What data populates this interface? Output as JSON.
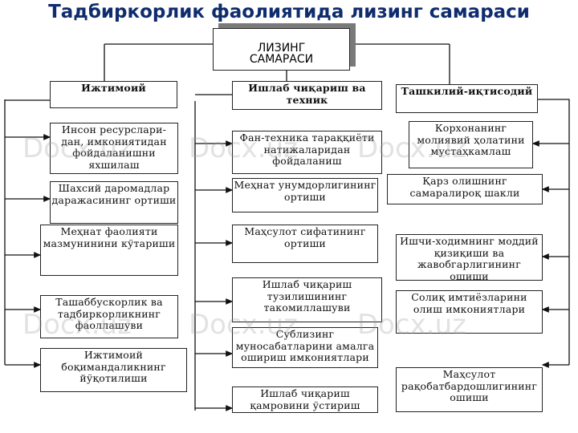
{
  "title": "Тадбиркорлик фаолиятида лизинг самараси",
  "center": {
    "line1": "ЛИЗИНГ",
    "line2": "САМАРАСИ"
  },
  "watermark": "Docx.uz",
  "columns": [
    {
      "header": "Ижтимоий",
      "items": [
        "Инсон ресурслари-дан, имкониятидан фойдаланишни яхшилаш",
        "Шахсий даромадлар даражасининг ортиши",
        "Меҳнат фаолияти мазмунинини кўтариши",
        "Ташаббускорлик ва тадбиркорликнинг фаоллашуви",
        "Ижтимоий боқимандаликнинг йўқотилиши"
      ]
    },
    {
      "header": "Ишлаб чиқариш ва техник",
      "items": [
        "Фан-техника тараққиёти натижаларидан фойдаланиш",
        "Меҳнат унумдорлигининг ортиши",
        "Маҳсулот сифатининг ортиши",
        "Ишлаб чиқариш тузилишининг такомиллашуви",
        "Сублизинг муносабатларини амалга ошириш имкониятлари",
        "Ишлаб чиқариш қамровини ўстириш"
      ]
    },
    {
      "header": "Ташкилий-иқтисодий",
      "items": [
        "Корхонанинг молиявий ҳолатини мустаҳкамлаш",
        "Қарз олишнинг самаралироқ шакли",
        "Ишчи-ходимнинг моддий қизиқиши ва жавобгарлигининг ошиши",
        "Солиқ имтиёзларини олиш имкониятлари",
        "Маҳсулот рақобатбардошлигининг ошиши"
      ]
    }
  ]
}
